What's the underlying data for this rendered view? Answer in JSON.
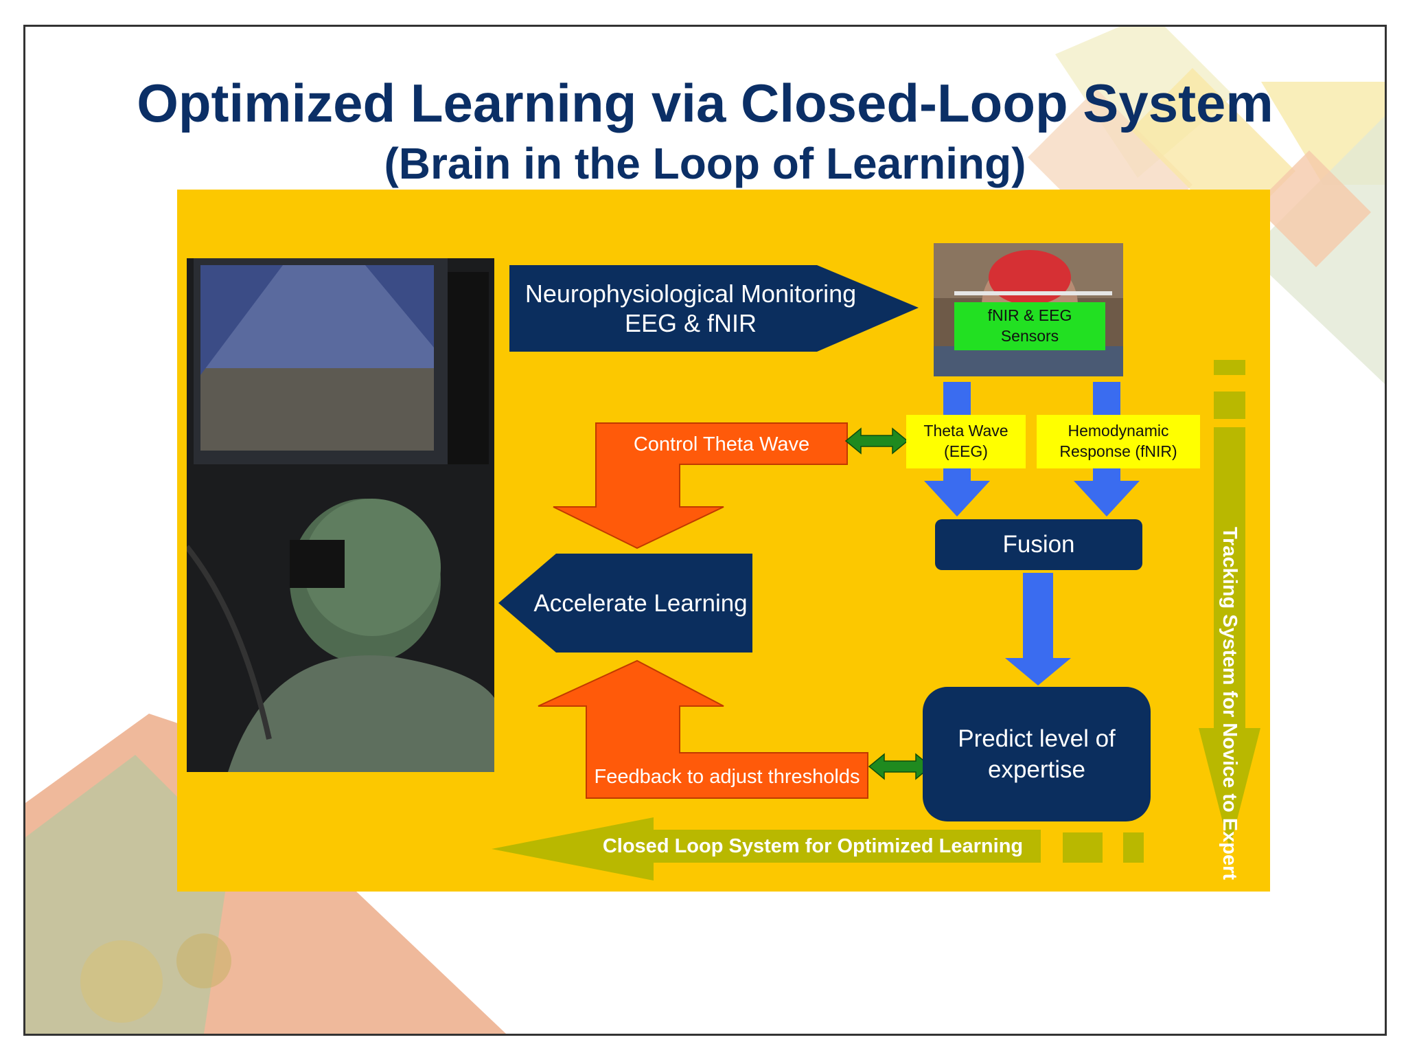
{
  "title": {
    "main": "Optimized Learning via Closed-Loop System",
    "sub": "(Brain in the Loop of Learning)"
  },
  "diagram": {
    "monitoring": {
      "line1": "Neurophysiological Monitoring",
      "line2": "EEG & fNIR"
    },
    "sensors": {
      "line1": "fNIR & EEG",
      "line2": "Sensors"
    },
    "theta_wave": {
      "line1": "Theta Wave",
      "line2": "(EEG)"
    },
    "hemodynamic": {
      "line1": "Hemodynamic",
      "line2": "Response (fNIR)"
    },
    "control_theta": "Control Theta Wave",
    "fusion": "Fusion",
    "accelerate": "Accelerate Learning",
    "predict": {
      "line1": "Predict level of",
      "line2": "expertise"
    },
    "feedback": "Feedback to adjust thresholds",
    "closed_loop": "Closed Loop System for Optimized Learning",
    "tracking": "Tracking System for Novice to Expert"
  },
  "colors": {
    "title": "#0b2f66",
    "panel": "#fcc800",
    "navy": "#0b2e5e",
    "orange": "#ff5a0a",
    "blue_arrow": "#3a6cf0",
    "green_arrow": "#1f8a1f",
    "olive": "#b9b800",
    "label_yellow": "#ffff00",
    "sensor_green": "#22e022"
  },
  "icons": [
    "double-arrow-icon",
    "down-arrow-icon"
  ]
}
